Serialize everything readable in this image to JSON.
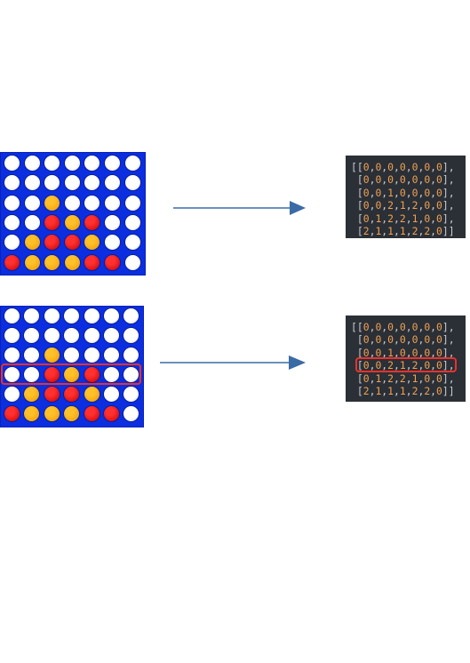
{
  "colors": {
    "board": "#0a2ee0",
    "empty": "#ffffff",
    "player1": "#e00000",
    "player2": "#f5a900",
    "arrow": "#3b6ba5",
    "code_bg": "#2b2f36",
    "code_digit": "#f0a254",
    "code_punct": "#c9ccd2",
    "highlight": "#e8322d"
  },
  "example_top": {
    "board": [
      [
        0,
        0,
        0,
        0,
        0,
        0,
        0
      ],
      [
        0,
        0,
        0,
        0,
        0,
        0,
        0
      ],
      [
        0,
        0,
        2,
        0,
        0,
        0,
        0
      ],
      [
        0,
        0,
        1,
        2,
        1,
        0,
        0
      ],
      [
        0,
        2,
        1,
        1,
        2,
        0,
        0
      ],
      [
        1,
        2,
        2,
        2,
        1,
        1,
        0
      ]
    ],
    "matrix_lines": [
      "[[0,0,0,0,0,0,0],",
      " [0,0,0,0,0,0,0],",
      " [0,0,1,0,0,0,0],",
      " [0,0,2,1,2,0,0],",
      " [0,1,2,2,1,0,0],",
      " [2,1,1,1,2,2,0]]"
    ]
  },
  "example_bottom": {
    "board": [
      [
        0,
        0,
        0,
        0,
        0,
        0,
        0
      ],
      [
        0,
        0,
        0,
        0,
        0,
        0,
        0
      ],
      [
        0,
        0,
        2,
        0,
        0,
        0,
        0
      ],
      [
        0,
        0,
        1,
        2,
        1,
        0,
        0
      ],
      [
        0,
        2,
        1,
        1,
        2,
        0,
        0
      ],
      [
        1,
        2,
        2,
        2,
        1,
        1,
        0
      ]
    ],
    "matrix_lines": [
      "[[0,0,0,0,0,0,0],",
      " [0,0,0,0,0,0,0],",
      " [0,0,1,0,0,0,0],",
      " [0,0,2,1,2,0,0],",
      " [0,1,2,2,1,0,0],",
      " [2,1,1,1,2,2,0]]"
    ],
    "highlighted_row": 3
  }
}
